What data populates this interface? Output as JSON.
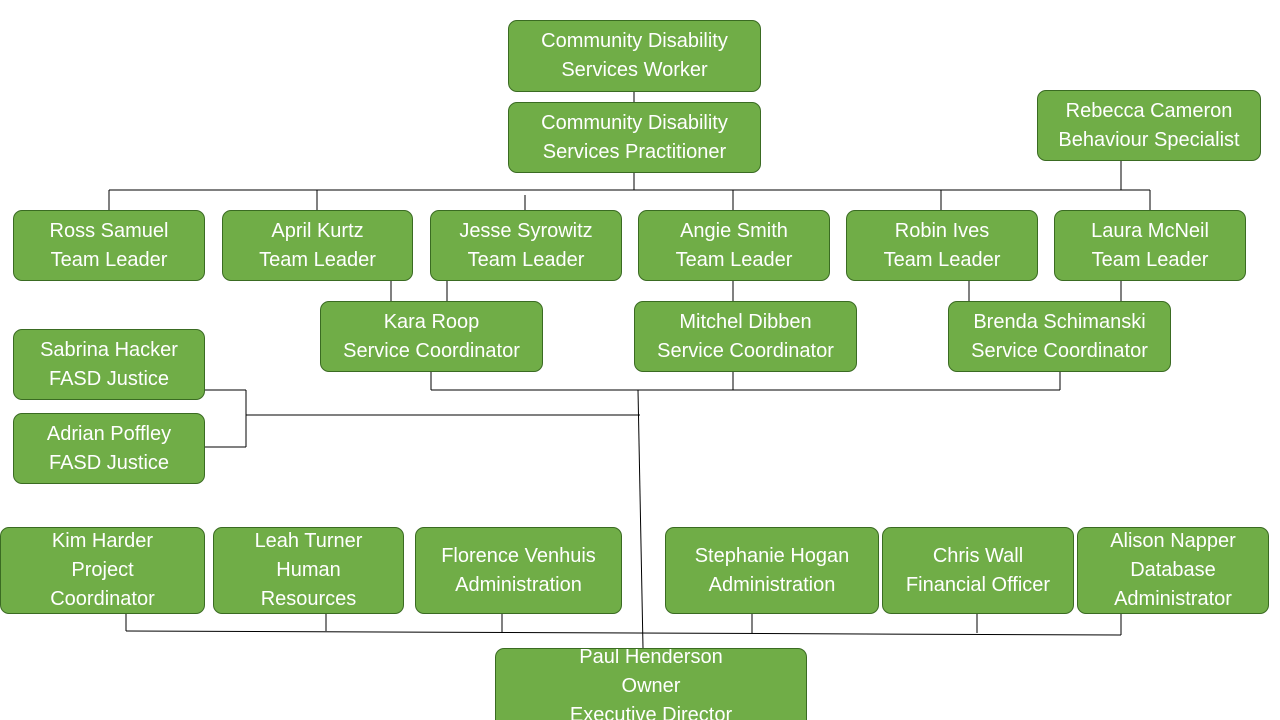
{
  "colors": {
    "box_fill": "#70ad47",
    "box_border": "#3a6b22",
    "text": "#ffffff",
    "connector": "#000000"
  },
  "nodes": {
    "cds_worker": {
      "lines": [
        "Community Disability",
        "Services Worker"
      ]
    },
    "cds_practitioner": {
      "lines": [
        "Community Disability",
        "Services Practitioner"
      ]
    },
    "rebecca": {
      "lines": [
        "Rebecca Cameron",
        "Behaviour Specialist"
      ]
    },
    "ross": {
      "lines": [
        "Ross Samuel",
        "Team Leader"
      ]
    },
    "april": {
      "lines": [
        "April Kurtz",
        "Team Leader"
      ]
    },
    "jesse": {
      "lines": [
        "Jesse Syrowitz",
        "Team Leader"
      ]
    },
    "angie": {
      "lines": [
        "Angie Smith",
        "Team Leader"
      ]
    },
    "robin": {
      "lines": [
        "Robin Ives",
        "Team Leader"
      ]
    },
    "laura": {
      "lines": [
        "Laura McNeil",
        "Team Leader"
      ]
    },
    "kara": {
      "lines": [
        "Kara Roop",
        "Service Coordinator"
      ]
    },
    "mitchel": {
      "lines": [
        "Mitchel Dibben",
        "Service Coordinator"
      ]
    },
    "brenda": {
      "lines": [
        "Brenda Schimanski",
        "Service Coordinator"
      ]
    },
    "sabrina": {
      "lines": [
        "Sabrina Hacker",
        "FASD Justice"
      ]
    },
    "adrian": {
      "lines": [
        "Adrian Poffley",
        "FASD Justice"
      ]
    },
    "kim": {
      "lines": [
        "Kim Harder",
        "Project",
        "Coordinator"
      ]
    },
    "leah": {
      "lines": [
        "Leah Turner",
        "Human",
        "Resources"
      ]
    },
    "florence": {
      "lines": [
        "Florence Venhuis",
        "Administration"
      ]
    },
    "stephanie": {
      "lines": [
        "Stephanie Hogan",
        "Administration"
      ]
    },
    "chris": {
      "lines": [
        "Chris Wall",
        "Financial Officer"
      ]
    },
    "alison": {
      "lines": [
        "Alison Napper",
        "Database",
        "Administrator"
      ]
    },
    "paul": {
      "lines": [
        "Paul Henderson",
        "Owner",
        "Executive Director"
      ]
    }
  }
}
